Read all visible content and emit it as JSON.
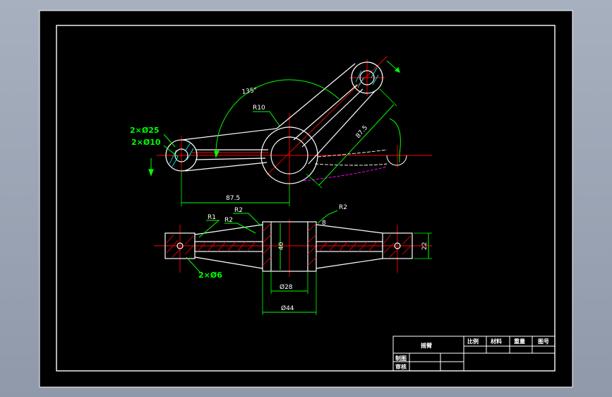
{
  "colors": {
    "background": "#000000",
    "frame": "#ffffff",
    "outline": "#ffffff",
    "dimension": "#00ff00",
    "center_line": "#ff0000",
    "hatch": "#ff0000",
    "hidden": "#ff00ff",
    "hole_hatch": "#00ffff",
    "viewport": "#9aa4b4"
  },
  "labels": {
    "angle": "135°",
    "radius_r10": "R10",
    "hole_25": "2×Ø25",
    "hole_10": "2×Ø10",
    "dim_87_5_horizontal": "87.5",
    "dim_87_5_aligned": "87.5",
    "r1": "R1",
    "r2_left_a": "R2",
    "r2_left_b": "R2",
    "r2_right": "R2",
    "dim_8": "8",
    "dim_40": "40",
    "dim_22": "22",
    "dim_28": "Ø28",
    "dim_44": "Ø44",
    "hole_6": "2×Ø6"
  },
  "title_block": {
    "part_name": "摇臂",
    "scale_label": "比例",
    "material_label": "材料",
    "weight_label": "重量",
    "drawing_no_label": "图号",
    "drawn_label": "制图",
    "checked_label": "审核"
  }
}
